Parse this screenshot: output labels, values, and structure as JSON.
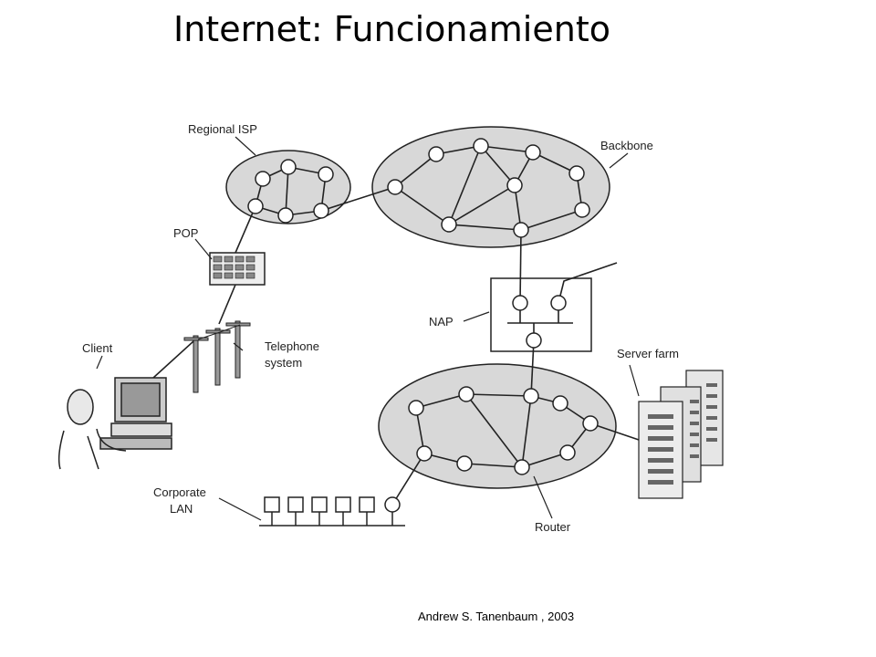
{
  "title": "Internet: Funcionamiento",
  "credit": "Andrew S. Tanenbaum , 2003",
  "labels": {
    "regional_isp": "Regional ISP",
    "backbone": "Backbone",
    "pop": "POP",
    "nap": "NAP",
    "telephone_line1": "Telephone",
    "telephone_line2": "system",
    "client": "Client",
    "server_farm": "Server farm",
    "corporate_line1": "Corporate",
    "corporate_line2": "LAN",
    "router": "Router"
  }
}
